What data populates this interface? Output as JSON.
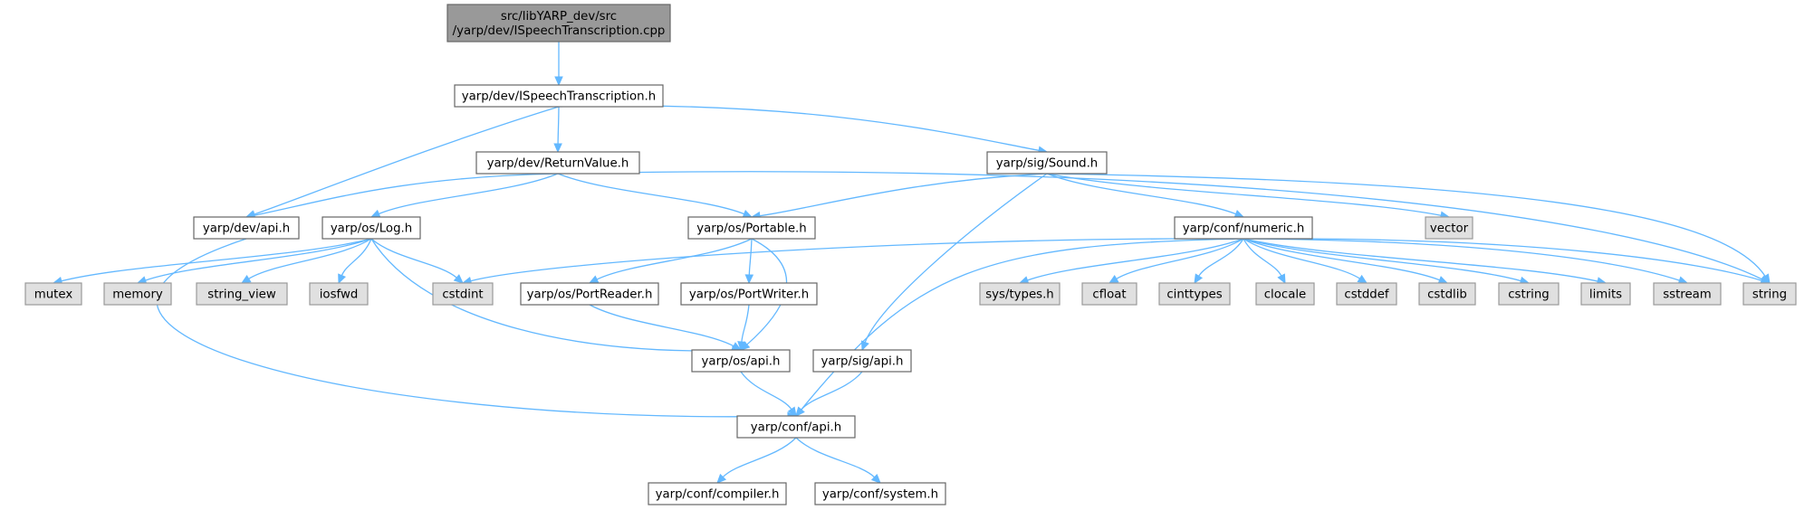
{
  "diagram": {
    "nodes": [
      {
        "id": "root",
        "lines": [
          "src/libYARP_dev/src",
          "/yarp/dev/ISpeechTranscription.cpp"
        ],
        "kind": "root"
      },
      {
        "id": "ispeech_h",
        "lines": [
          "yarp/dev/ISpeechTranscription.h"
        ],
        "kind": "local"
      },
      {
        "id": "returnvalue_h",
        "lines": [
          "yarp/dev/ReturnValue.h"
        ],
        "kind": "local"
      },
      {
        "id": "sound_h",
        "lines": [
          "yarp/sig/Sound.h"
        ],
        "kind": "local"
      },
      {
        "id": "dev_api_h",
        "lines": [
          "yarp/dev/api.h"
        ],
        "kind": "local"
      },
      {
        "id": "os_log_h",
        "lines": [
          "yarp/os/Log.h"
        ],
        "kind": "local"
      },
      {
        "id": "os_portable_h",
        "lines": [
          "yarp/os/Portable.h"
        ],
        "kind": "local"
      },
      {
        "id": "conf_numeric_h",
        "lines": [
          "yarp/conf/numeric.h"
        ],
        "kind": "local"
      },
      {
        "id": "vector",
        "lines": [
          "vector"
        ],
        "kind": "system"
      },
      {
        "id": "mutex",
        "lines": [
          "mutex"
        ],
        "kind": "system"
      },
      {
        "id": "memory",
        "lines": [
          "memory"
        ],
        "kind": "system"
      },
      {
        "id": "string_view",
        "lines": [
          "string_view"
        ],
        "kind": "system"
      },
      {
        "id": "iosfwd",
        "lines": [
          "iosfwd"
        ],
        "kind": "system"
      },
      {
        "id": "cstdint",
        "lines": [
          "cstdint"
        ],
        "kind": "system"
      },
      {
        "id": "os_portreader_h",
        "lines": [
          "yarp/os/PortReader.h"
        ],
        "kind": "local"
      },
      {
        "id": "os_portwriter_h",
        "lines": [
          "yarp/os/PortWriter.h"
        ],
        "kind": "local"
      },
      {
        "id": "sys_types_h",
        "lines": [
          "sys/types.h"
        ],
        "kind": "system"
      },
      {
        "id": "cfloat",
        "lines": [
          "cfloat"
        ],
        "kind": "system"
      },
      {
        "id": "cinttypes",
        "lines": [
          "cinttypes"
        ],
        "kind": "system"
      },
      {
        "id": "clocale",
        "lines": [
          "clocale"
        ],
        "kind": "system"
      },
      {
        "id": "cstddef",
        "lines": [
          "cstddef"
        ],
        "kind": "system"
      },
      {
        "id": "cstdlib",
        "lines": [
          "cstdlib"
        ],
        "kind": "system"
      },
      {
        "id": "cstring",
        "lines": [
          "cstring"
        ],
        "kind": "system"
      },
      {
        "id": "limits",
        "lines": [
          "limits"
        ],
        "kind": "system"
      },
      {
        "id": "sstream",
        "lines": [
          "sstream"
        ],
        "kind": "system"
      },
      {
        "id": "string",
        "lines": [
          "string"
        ],
        "kind": "system"
      },
      {
        "id": "os_api_h",
        "lines": [
          "yarp/os/api.h"
        ],
        "kind": "local"
      },
      {
        "id": "sig_api_h",
        "lines": [
          "yarp/sig/api.h"
        ],
        "kind": "local"
      },
      {
        "id": "conf_api_h",
        "lines": [
          "yarp/conf/api.h"
        ],
        "kind": "local"
      },
      {
        "id": "conf_compiler_h",
        "lines": [
          "yarp/conf/compiler.h"
        ],
        "kind": "local"
      },
      {
        "id": "conf_system_h",
        "lines": [
          "yarp/conf/system.h"
        ],
        "kind": "local"
      }
    ],
    "edges": [
      {
        "from": "root",
        "to": "ispeech_h"
      },
      {
        "from": "ispeech_h",
        "to": "returnvalue_h"
      },
      {
        "from": "ispeech_h",
        "to": "sound_h"
      },
      {
        "from": "ispeech_h",
        "to": "dev_api_h"
      },
      {
        "from": "returnvalue_h",
        "to": "dev_api_h"
      },
      {
        "from": "returnvalue_h",
        "to": "os_log_h"
      },
      {
        "from": "returnvalue_h",
        "to": "os_portable_h"
      },
      {
        "from": "returnvalue_h",
        "to": "string"
      },
      {
        "from": "sound_h",
        "to": "os_portable_h"
      },
      {
        "from": "sound_h",
        "to": "conf_numeric_h"
      },
      {
        "from": "sound_h",
        "to": "sig_api_h"
      },
      {
        "from": "sound_h",
        "to": "vector"
      },
      {
        "from": "sound_h",
        "to": "string"
      },
      {
        "from": "dev_api_h",
        "to": "conf_api_h"
      },
      {
        "from": "os_log_h",
        "to": "mutex"
      },
      {
        "from": "os_log_h",
        "to": "memory"
      },
      {
        "from": "os_log_h",
        "to": "string_view"
      },
      {
        "from": "os_log_h",
        "to": "iosfwd"
      },
      {
        "from": "os_log_h",
        "to": "cstdint"
      },
      {
        "from": "os_log_h",
        "to": "os_api_h"
      },
      {
        "from": "os_portable_h",
        "to": "os_portreader_h"
      },
      {
        "from": "os_portable_h",
        "to": "os_portwriter_h"
      },
      {
        "from": "os_portable_h",
        "to": "os_api_h"
      },
      {
        "from": "os_portreader_h",
        "to": "os_api_h"
      },
      {
        "from": "os_portwriter_h",
        "to": "os_api_h"
      },
      {
        "from": "conf_numeric_h",
        "to": "cstdint"
      },
      {
        "from": "conf_numeric_h",
        "to": "sys_types_h"
      },
      {
        "from": "conf_numeric_h",
        "to": "cfloat"
      },
      {
        "from": "conf_numeric_h",
        "to": "cinttypes"
      },
      {
        "from": "conf_numeric_h",
        "to": "clocale"
      },
      {
        "from": "conf_numeric_h",
        "to": "cstddef"
      },
      {
        "from": "conf_numeric_h",
        "to": "cstdlib"
      },
      {
        "from": "conf_numeric_h",
        "to": "cstring"
      },
      {
        "from": "conf_numeric_h",
        "to": "limits"
      },
      {
        "from": "conf_numeric_h",
        "to": "sstream"
      },
      {
        "from": "conf_numeric_h",
        "to": "string"
      },
      {
        "from": "conf_numeric_h",
        "to": "conf_api_h"
      },
      {
        "from": "os_api_h",
        "to": "conf_api_h"
      },
      {
        "from": "sig_api_h",
        "to": "conf_api_h"
      },
      {
        "from": "conf_api_h",
        "to": "conf_compiler_h"
      },
      {
        "from": "conf_api_h",
        "to": "conf_system_h"
      }
    ]
  },
  "colors": {
    "edge": "#63b8ff",
    "root_fill": "#999999",
    "local_fill": "#ffffff",
    "system_fill": "#e0e0e0",
    "border": "#666666"
  }
}
